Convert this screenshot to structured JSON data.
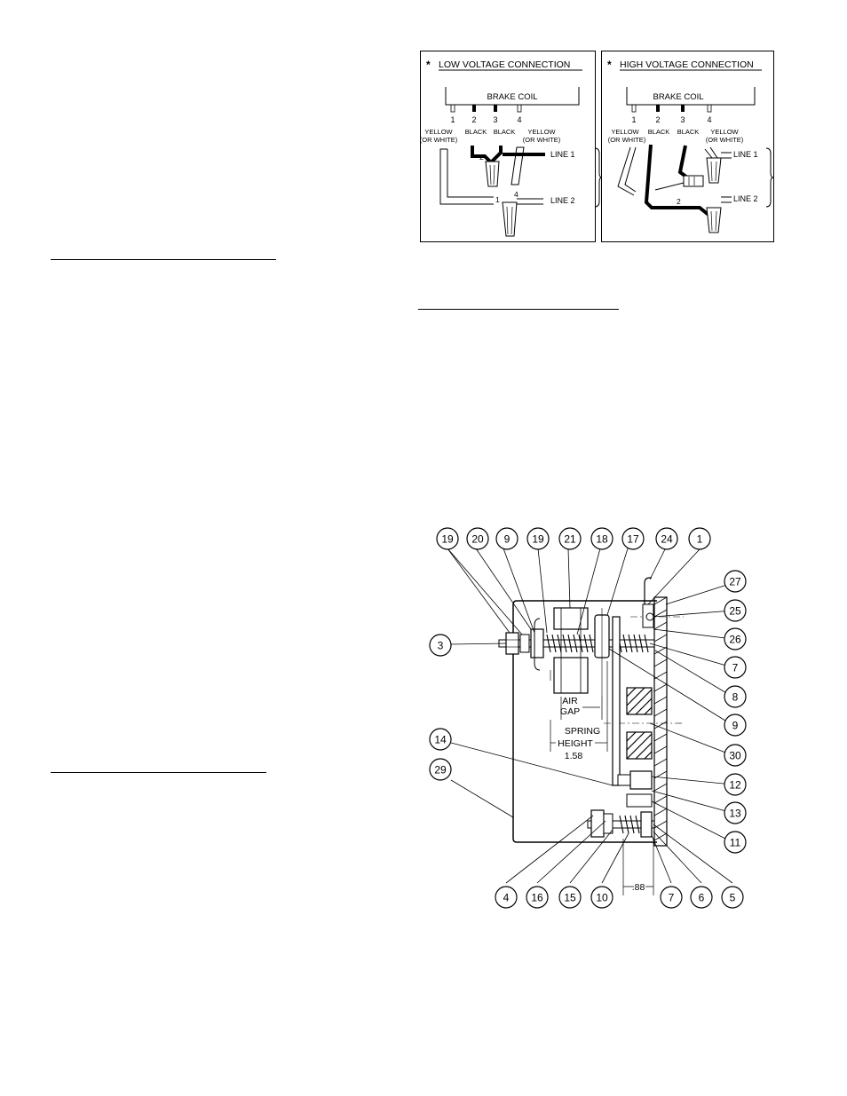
{
  "wiring": {
    "low": {
      "marker": "*",
      "title": "LOW VOLTAGE CONNECTION",
      "coil_label": "BRAKE COIL",
      "terminals": [
        "1",
        "2",
        "3",
        "4"
      ],
      "wire_colors": [
        "YELLOW",
        "BLACK",
        "BLACK",
        "YELLOW"
      ],
      "wire_color_alt_1": "(OR WHITE)",
      "wire_color_alt_4": "(OR WHITE)",
      "node_2": "2",
      "node_4": "4",
      "node_1": "1",
      "line_1": "LINE 1",
      "line_2": "LINE 2"
    },
    "high": {
      "marker": "*",
      "title": "HIGH VOLTAGE CONNECTION",
      "coil_label": "BRAKE COIL",
      "terminals": [
        "1",
        "2",
        "3",
        "4"
      ],
      "wire_colors": [
        "YELLOW",
        "BLACK",
        "BLACK",
        "YELLOW"
      ],
      "wire_color_alt_1": "(OR WHITE)",
      "wire_color_alt_4": "(OR WHITE)",
      "node_2": "2",
      "line_1": "LINE 1",
      "line_2": "LINE 2"
    }
  },
  "assembly": {
    "top_callouts": [
      "19",
      "20",
      "9",
      "19",
      "21",
      "18",
      "17",
      "24",
      "1"
    ],
    "right_callouts": [
      "27",
      "25",
      "26",
      "7",
      "8",
      "9",
      "30",
      "12",
      "13",
      "11"
    ],
    "left_callouts": [
      "3",
      "14",
      "29"
    ],
    "bottom_callouts": [
      "4",
      "16",
      "15",
      "10",
      "7",
      "6",
      "5"
    ],
    "air_gap_label_1": "AIR",
    "air_gap_label_2": "GAP",
    "spring_height_label_1": "SPRING",
    "spring_height_label_2": "HEIGHT",
    "spring_height_value": "1.58",
    "bottom_dimension": ".88"
  }
}
